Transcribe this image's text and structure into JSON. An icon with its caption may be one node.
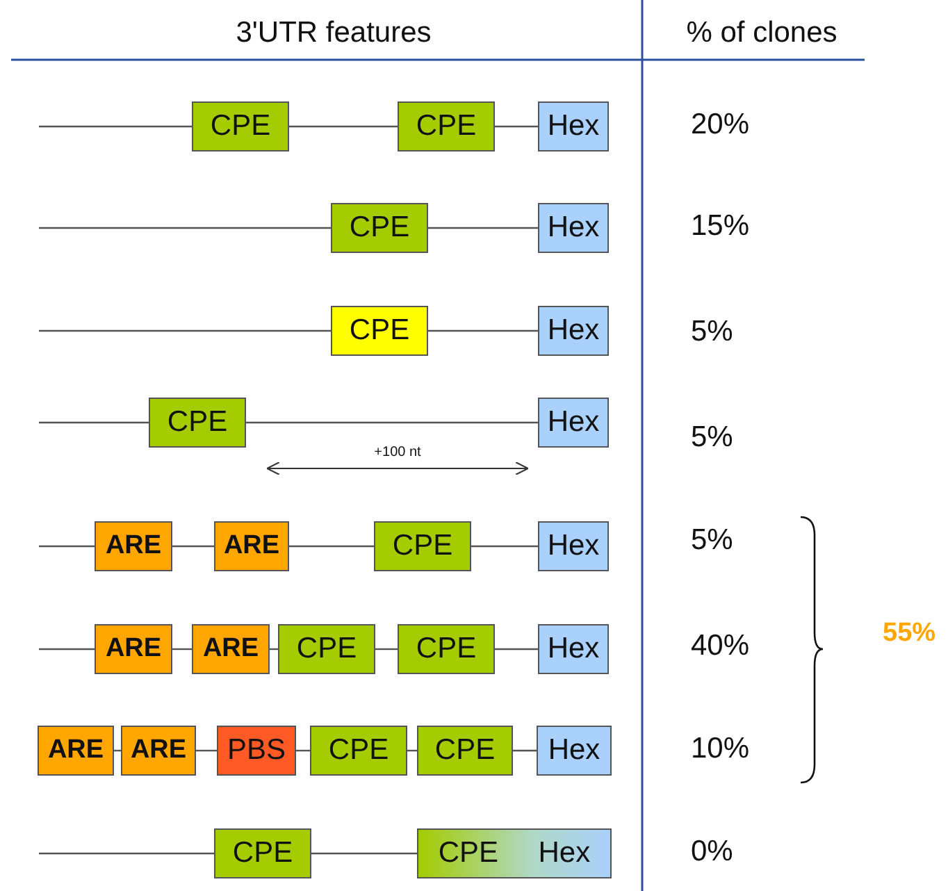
{
  "diagram": {
    "nodes": [
      {
        "text": [
          "CPE"
        ]
      },
      {
        "text": [
          "CPE"
        ]
      },
      {
        "text": [
          "Hex"
        ]
      },
      {
        "text": [
          "CPE"
        ]
      },
      {
        "text": [
          "Hex"
        ]
      },
      {
        "text": [
          "CPE"
        ]
      },
      {
        "text": [
          "Hex"
        ]
      },
      {
        "text": [
          "CPE"
        ]
      },
      {
        "text": [
          "Hex"
        ]
      },
      {
        "text": [
          "ARE"
        ]
      },
      {
        "text": [
          "ARE"
        ]
      },
      {
        "text": [
          "CPE"
        ]
      },
      {
        "text": [
          "Hex"
        ]
      },
      {
        "text": [
          "ARE"
        ]
      },
      {
        "text": [
          "ARE"
        ]
      },
      {
        "text": [
          "CPE"
        ]
      },
      {
        "text": [
          "CPE"
        ]
      },
      {
        "text": [
          "Hex"
        ]
      },
      {
        "text": [
          "ARE"
        ]
      },
      {
        "text": [
          "ARE"
        ]
      },
      {
        "text": [
          "PBS"
        ]
      },
      {
        "text": [
          "CPE"
        ]
      },
      {
        "text": [
          "CPE"
        ]
      },
      {
        "text": [
          "Hex"
        ]
      },
      {
        "text": [
          "CPE"
        ]
      },
      {
        "text": [
          "CPE",
          "Hex"
        ]
      }
    ],
    "edges": [
      {
        "from": null,
        "to": 0,
        "arrow": "none"
      },
      {
        "from": 0,
        "to": 1,
        "arrow": "none"
      },
      {
        "from": 1,
        "to": 2,
        "arrow": "none"
      },
      {
        "from": null,
        "to": 3,
        "arrow": "none"
      },
      {
        "from": 3,
        "to": 4,
        "arrow": "none"
      },
      {
        "from": null,
        "to": 5,
        "arrow": "none"
      },
      {
        "from": 5,
        "to": 6,
        "arrow": "none"
      },
      {
        "from": null,
        "to": 7,
        "arrow": "none"
      },
      {
        "from": 7,
        "to": 8,
        "arrow": "none"
      },
      {
        "from": null,
        "to": 9,
        "arrow": "none"
      },
      {
        "from": 9,
        "to": 10,
        "arrow": "none"
      },
      {
        "from": 10,
        "to": 11,
        "arrow": "none"
      },
      {
        "from": 11,
        "to": 12,
        "arrow": "none"
      },
      {
        "from": null,
        "to": 13,
        "arrow": "none"
      },
      {
        "from": 13,
        "to": 14,
        "arrow": "none"
      },
      {
        "from": 14,
        "to": 15,
        "arrow": "none"
      },
      {
        "from": 15,
        "to": 16,
        "arrow": "none"
      },
      {
        "from": 16,
        "to": 17,
        "arrow": "none"
      },
      {
        "from": 18,
        "to": 19,
        "arrow": "none"
      },
      {
        "from": 19,
        "to": 20,
        "arrow": "none"
      },
      {
        "from": 20,
        "to": 21,
        "arrow": "none"
      },
      {
        "from": 21,
        "to": 22,
        "arrow": "none"
      },
      {
        "from": 22,
        "to": 23,
        "arrow": "none"
      },
      {
        "from": null,
        "to": 24,
        "arrow": "none"
      },
      {
        "from": 24,
        "to": 25,
        "arrow": "none"
      }
    ],
    "labels": [
      "3'UTR features",
      "% of clones",
      "20%",
      "15%",
      "5%",
      "5%",
      "+100 nt",
      "5%",
      "40%",
      "55%",
      "10%",
      "0%"
    ]
  }
}
